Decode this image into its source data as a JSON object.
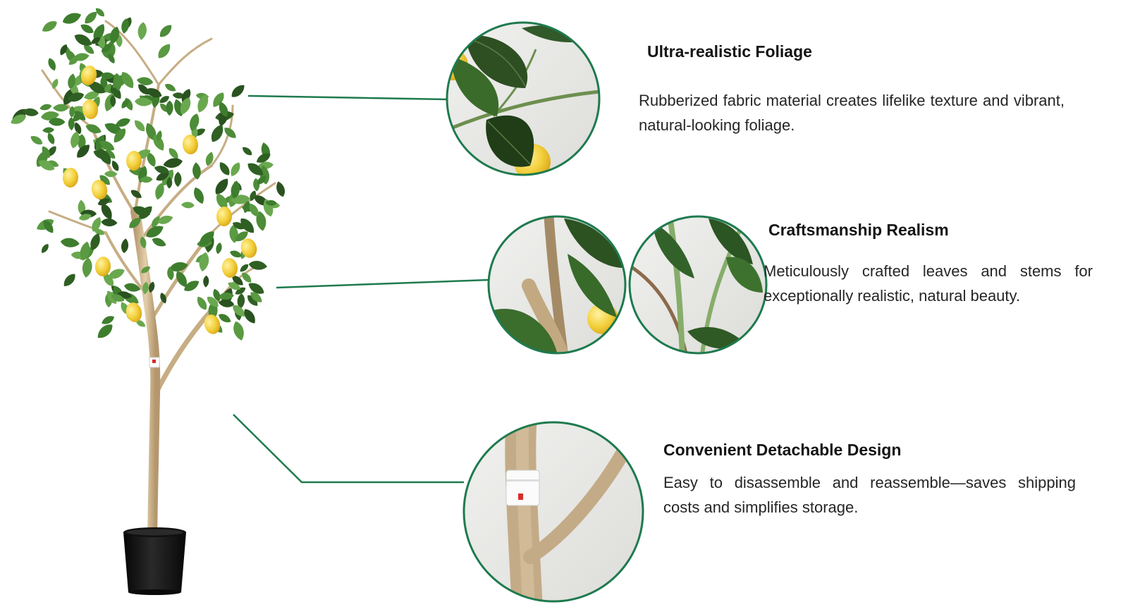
{
  "colors": {
    "accent": "#1e7a4e",
    "background": "#ffffff",
    "leaf": "#3e7d2e",
    "leaf_dark": "#2f5f23",
    "lemon": "#f3cf3a",
    "trunk": "#d2ba93",
    "pot": "#151515",
    "detail_bg": "#e8e8e6"
  },
  "product_image": {
    "subject": "artificial-lemon-tree-in-black-pot"
  },
  "features": [
    {
      "id": "foliage",
      "title": "Ultra-realistic Foliage",
      "description": "Rubberized fabric material creates lifelike texture and vibrant, natural-looking foliage."
    },
    {
      "id": "craftsmanship",
      "title": "Craftsmanship Realism",
      "description": "Meticulously crafted leaves and stems for exceptionally realistic, natural beauty."
    },
    {
      "id": "detachable",
      "title": "Convenient Detachable Design",
      "description": "Easy to disassemble and reassemble—saves shipping costs and simplifies storage."
    }
  ]
}
